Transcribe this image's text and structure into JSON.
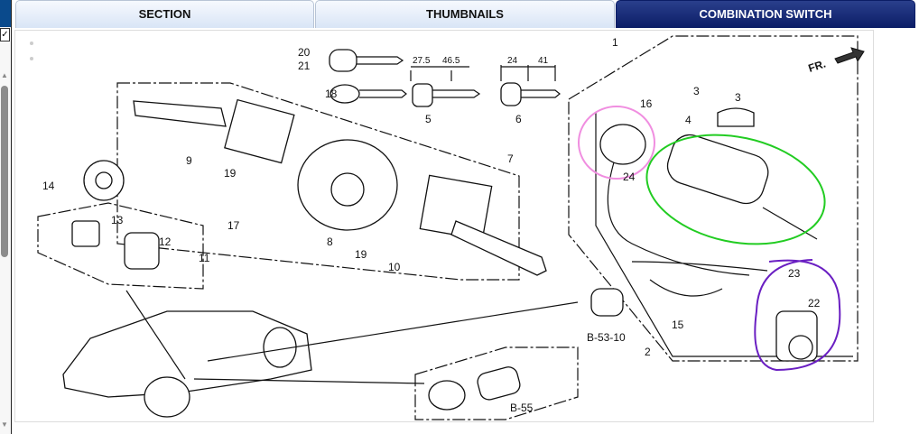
{
  "tabs": [
    {
      "label": "SECTION",
      "active": false
    },
    {
      "label": "THUMBNAILS",
      "active": false
    },
    {
      "label": "COMBINATION SWITCH",
      "active": true
    }
  ],
  "sidebar": {
    "checkbox_mark": "✓",
    "scroll_up": "▲",
    "scroll_down": "▼"
  },
  "diagram": {
    "direction_label": "FR.",
    "ref_labels": [
      "B-53-10",
      "B-55"
    ],
    "callouts": [
      "1",
      "2",
      "3",
      "3",
      "4",
      "5",
      "6",
      "7",
      "8",
      "9",
      "10",
      "11",
      "12",
      "13",
      "14",
      "15",
      "16",
      "17",
      "18",
      "19",
      "19",
      "20",
      "21",
      "22",
      "23",
      "24"
    ],
    "dimensions": [
      "27.5",
      "46.5",
      "24",
      "41"
    ],
    "highlight_colors": {
      "pink": "#f08ee0",
      "green": "#22cc22",
      "purple": "#6a1fc2"
    }
  },
  "colors": {
    "active_tab": "#0b1d66",
    "inactive_tab": "#dde8f7"
  }
}
